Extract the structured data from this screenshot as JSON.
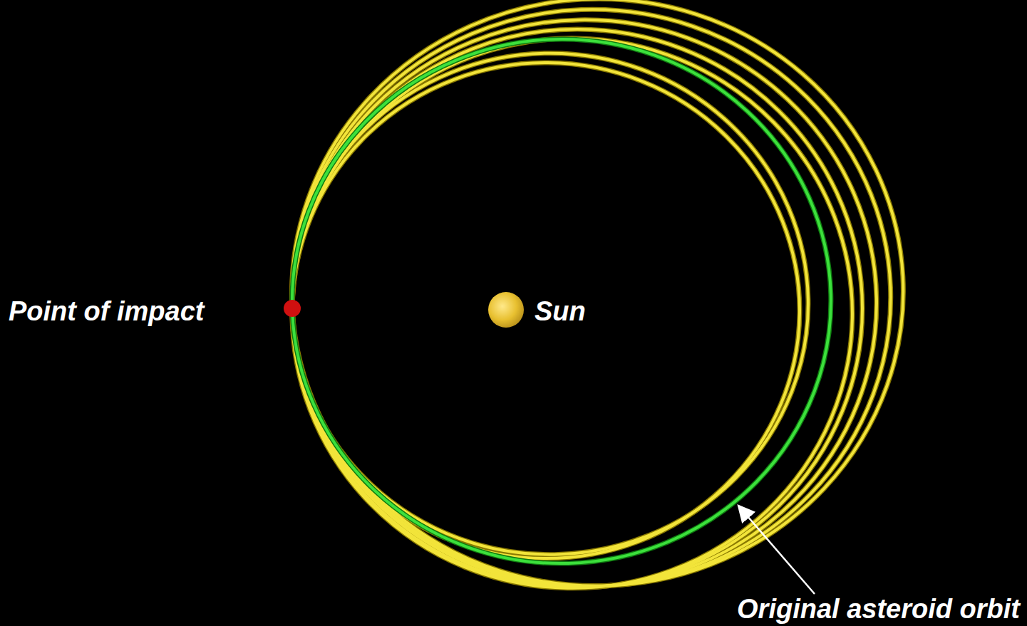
{
  "diagram": {
    "labels": [
      "Point of impact",
      "Sun",
      "Original asteroid orbit"
    ]
  }
}
